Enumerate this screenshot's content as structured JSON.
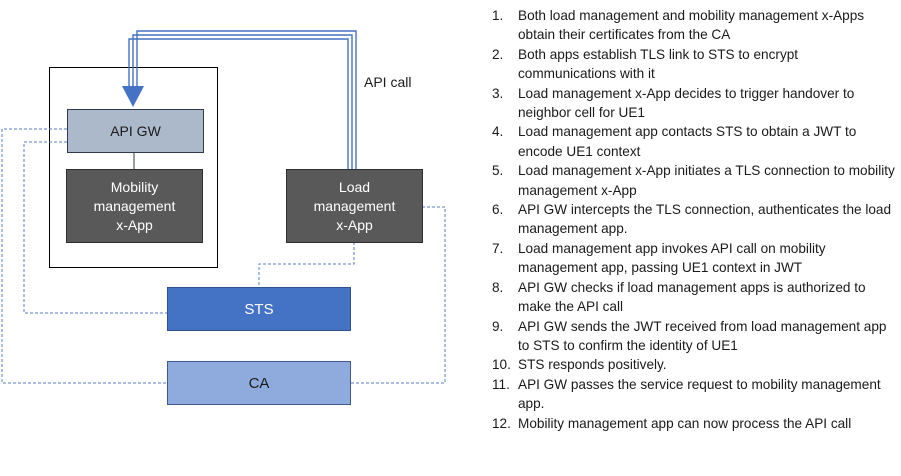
{
  "boxes": {
    "api_gw": "API GW",
    "mobility_app": [
      "Mobility",
      "management",
      "x-App"
    ],
    "load_app": [
      "Load",
      "management",
      "x-App"
    ],
    "sts": "STS",
    "ca": "CA"
  },
  "api_call_label": "API call",
  "steps": [
    {
      "num": "1.",
      "text": "Both load management and mobility management x-Apps obtain their certificates from the CA"
    },
    {
      "num": "2.",
      "text": "Both apps establish TLS link to STS to encrypt communications with it"
    },
    {
      "num": "3.",
      "text": "Load management x-App decides to trigger handover to neighbor cell for UE1"
    },
    {
      "num": "4.",
      "text": "Load management app contacts STS to obtain a JWT to encode UE1 context"
    },
    {
      "num": "5.",
      "text": "Load management x-App initiates a TLS connection to mobility management x-App"
    },
    {
      "num": "6.",
      "text": "API GW intercepts the TLS connection, authenticates the load management app."
    },
    {
      "num": "7.",
      "text": "Load management app invokes API call on mobility management app, passing UE1 context in JWT"
    },
    {
      "num": "8.",
      "text": "API GW checks if load management apps is authorized to make the API call"
    },
    {
      "num": "9.",
      "text": "API GW sends the JWT received from load management app to STS to confirm the identity of UE1"
    },
    {
      "num": "10.",
      "text": "STS responds positively."
    },
    {
      "num": "11.",
      "text": "API GW passes the service request to mobility management app."
    },
    {
      "num": "12.",
      "text": "Mobility management app can now process the API call"
    }
  ],
  "colors": {
    "api_gw_fill": "#acb9ca",
    "app_fill": "#595959",
    "sts_fill": "#4472c4",
    "ca_fill": "#8faadc",
    "arrow": "#4472c4",
    "dashed_link": "#5b7fc0"
  }
}
